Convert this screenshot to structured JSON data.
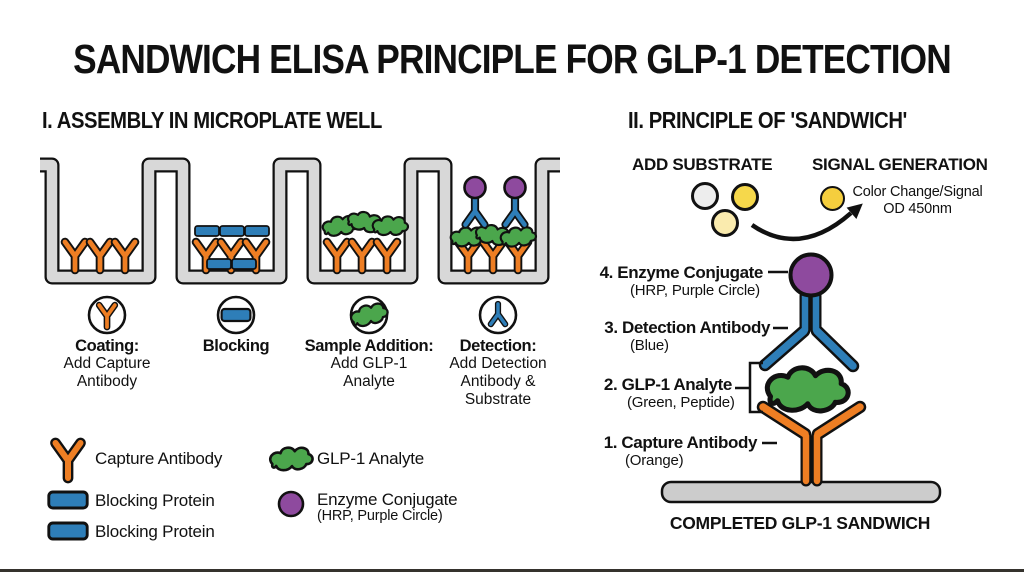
{
  "title": "SANDWICH ELISA PRINCIPLE FOR GLP-1 DETECTION",
  "section1": {
    "heading": "I. ASSEMBLY IN MICROPLATE WELL",
    "steps": [
      {
        "title": "Coating:",
        "line1": "Add Capture",
        "line2": "Antibody",
        "line3": ""
      },
      {
        "title": "Blocking",
        "line1": "",
        "line2": "",
        "line3": ""
      },
      {
        "title": "Sample Addition:",
        "line1": "Add GLP-1",
        "line2": "Analyte",
        "line3": ""
      },
      {
        "title": "Detection:",
        "line1": "Add Detection",
        "line2": "Antibody &",
        "line3": "Substrate"
      }
    ],
    "legend": {
      "capture": "Capture Antibody",
      "blocking1": "Blocking Protein",
      "blocking2": "Blocking Protein",
      "analyte": "GLP-1 Analyte",
      "enzyme": "Enzyme Conjugate",
      "enzyme_sub": "(HRP, Purple Circle)"
    }
  },
  "section2": {
    "heading": "II. PRINCIPLE OF 'SANDWICH'",
    "add_substrate": "ADD SUBSTRATE",
    "signal_generation": "SIGNAL GENERATION",
    "signal_caption_line1": "Color Change/Signal",
    "signal_caption_line2": "OD 450nm",
    "labels": [
      {
        "num": "4. Enzyme Conjugate",
        "sub": "(HRP, Purple Circle)"
      },
      {
        "num": "3. Detection Antibody",
        "sub": "(Blue)"
      },
      {
        "num": "2. GLP-1 Analyte",
        "sub": "(Green, Peptide)"
      },
      {
        "num": "1. Capture Antibody",
        "sub": "(Orange)"
      }
    ],
    "footer": "COMPLETED GLP-1 SANDWICH"
  },
  "colors": {
    "orange": "#EE7E23",
    "blue": "#2E7EB8",
    "green": "#4BA64C",
    "purple": "#8E4A9E",
    "well_gray": "#D8D8D8",
    "plate_gray": "#CCCCCC",
    "substrate_white": "#EDEDED",
    "substrate_yellow": "#F6D84B",
    "substrate_pale": "#FAEBAE",
    "signal_yellow": "#F5CE3E",
    "outline": "#111111",
    "background": "#FFFFFF"
  }
}
